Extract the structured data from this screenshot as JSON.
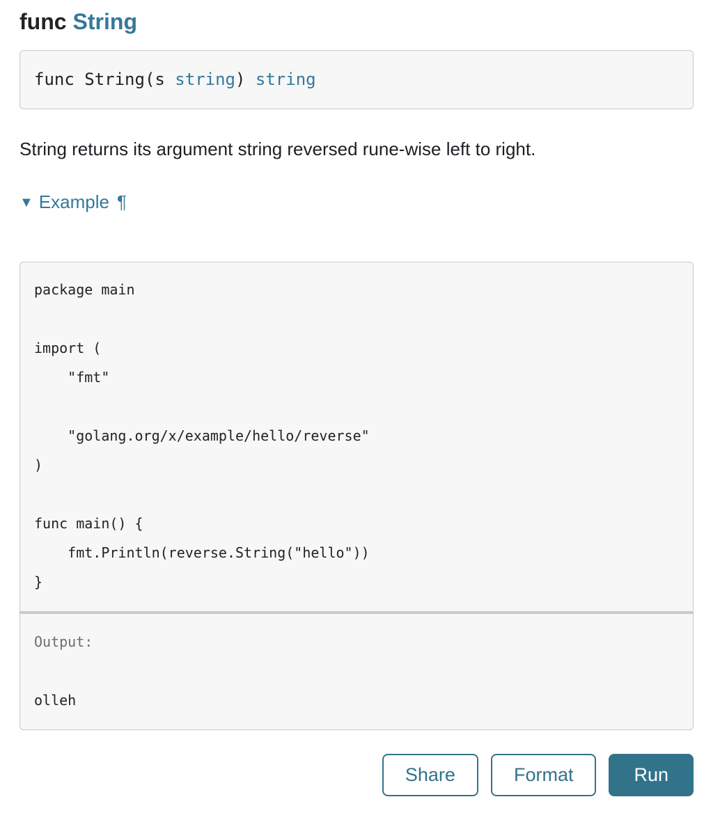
{
  "page": {
    "heading": {
      "keyword": "func",
      "name": "String"
    },
    "signature": {
      "text_before": "func String(s ",
      "param_type": "string",
      "text_middle": ") ",
      "return_type": "string"
    },
    "description": "String returns its argument string reversed rune-wise left to right.",
    "example": {
      "toggle_arrow": "▼",
      "toggle_label": "Example",
      "anchor_glyph": "¶",
      "code": "package main\n\nimport (\n\t\"fmt\"\n\n\t\"golang.org/x/example/hello/reverse\"\n)\n\nfunc main() {\n\tfmt.Println(reverse.String(\"hello\"))\n}",
      "output_label": "Output:",
      "output_value": "olleh"
    },
    "actions": {
      "share": "Share",
      "format": "Format",
      "run": "Run"
    }
  },
  "colors": {
    "link_teal": "#35789b",
    "button_teal": "#32738a",
    "code_box_bg": "#f7f7f7",
    "box_border": "#c9c9c9",
    "divider": "#c9cacd",
    "text": "#202224",
    "output_label_gray": "#6e6e6e"
  }
}
